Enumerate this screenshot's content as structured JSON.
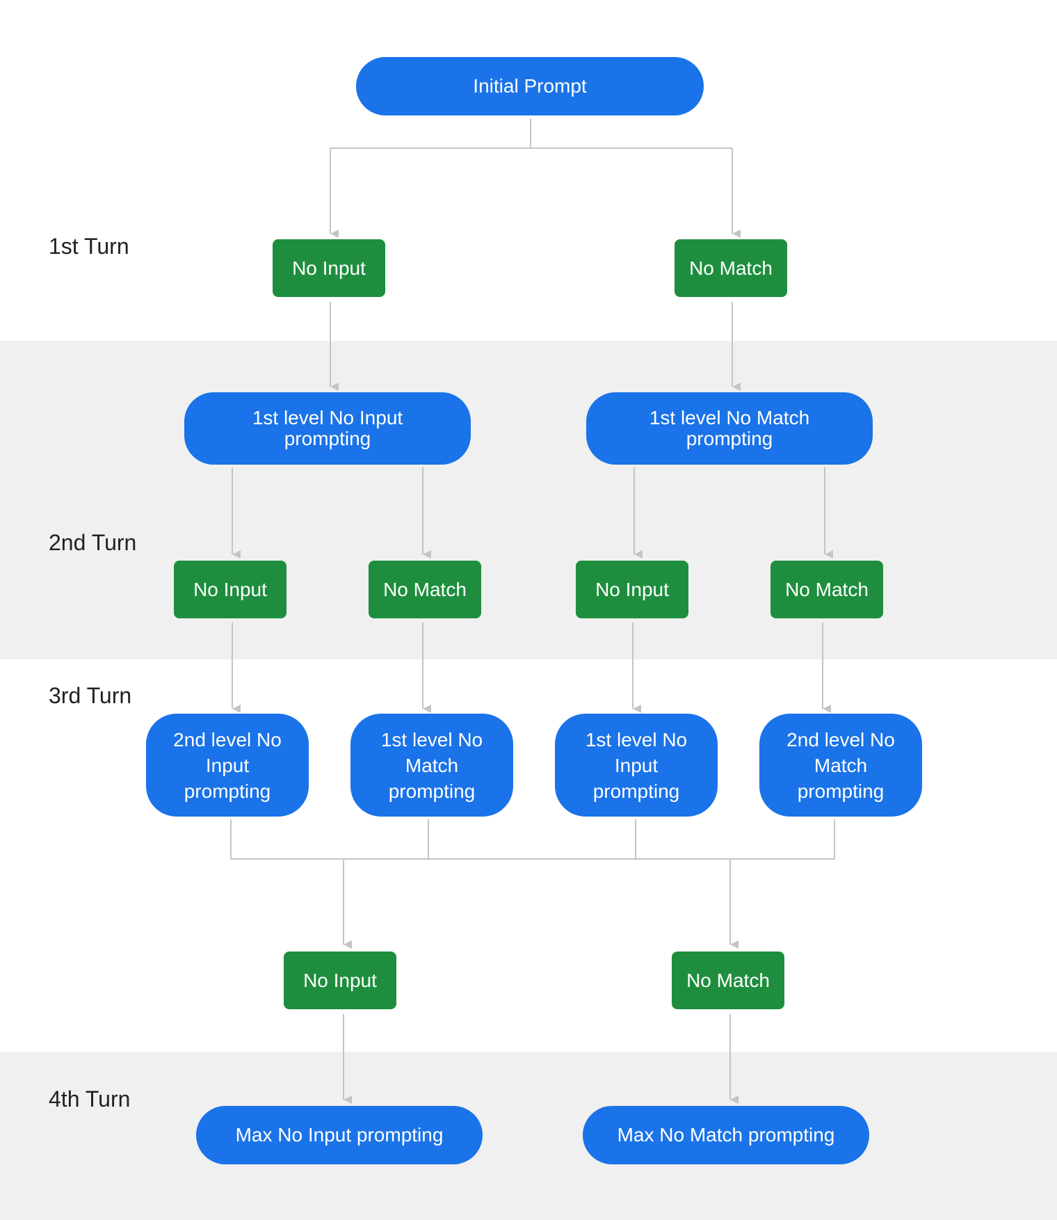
{
  "turns": {
    "first": "1st Turn",
    "second": "2nd Turn",
    "third": "3rd Turn",
    "fourth": "4th Turn"
  },
  "nodes": {
    "initial": "Initial Prompt",
    "t1_no_input": "No Input",
    "t1_no_match": "No Match",
    "t2_prompt_no_input": "1st level No Input prompting",
    "t2_prompt_no_match": "1st level No Match prompting",
    "t2_no_input_a": "No Input",
    "t2_no_match_a": "No Match",
    "t2_no_input_b": "No Input",
    "t2_no_match_b": "No Match",
    "t3_prompt_a": "2nd level No Input prompting",
    "t3_prompt_b": "1st level No Match prompting",
    "t3_prompt_c": "1st level No Input prompting",
    "t3_prompt_d": "2nd level No Match prompting",
    "t3_no_input": "No Input",
    "t3_no_match": "No Match",
    "t4_max_no_input": "Max No Input prompting",
    "t4_max_no_match": "Max No Match prompting"
  },
  "colors": {
    "prompt": "#1a73e8",
    "event": "#1e8e3e",
    "connector": "#c4c4c4",
    "band": "#f0f0f0"
  }
}
